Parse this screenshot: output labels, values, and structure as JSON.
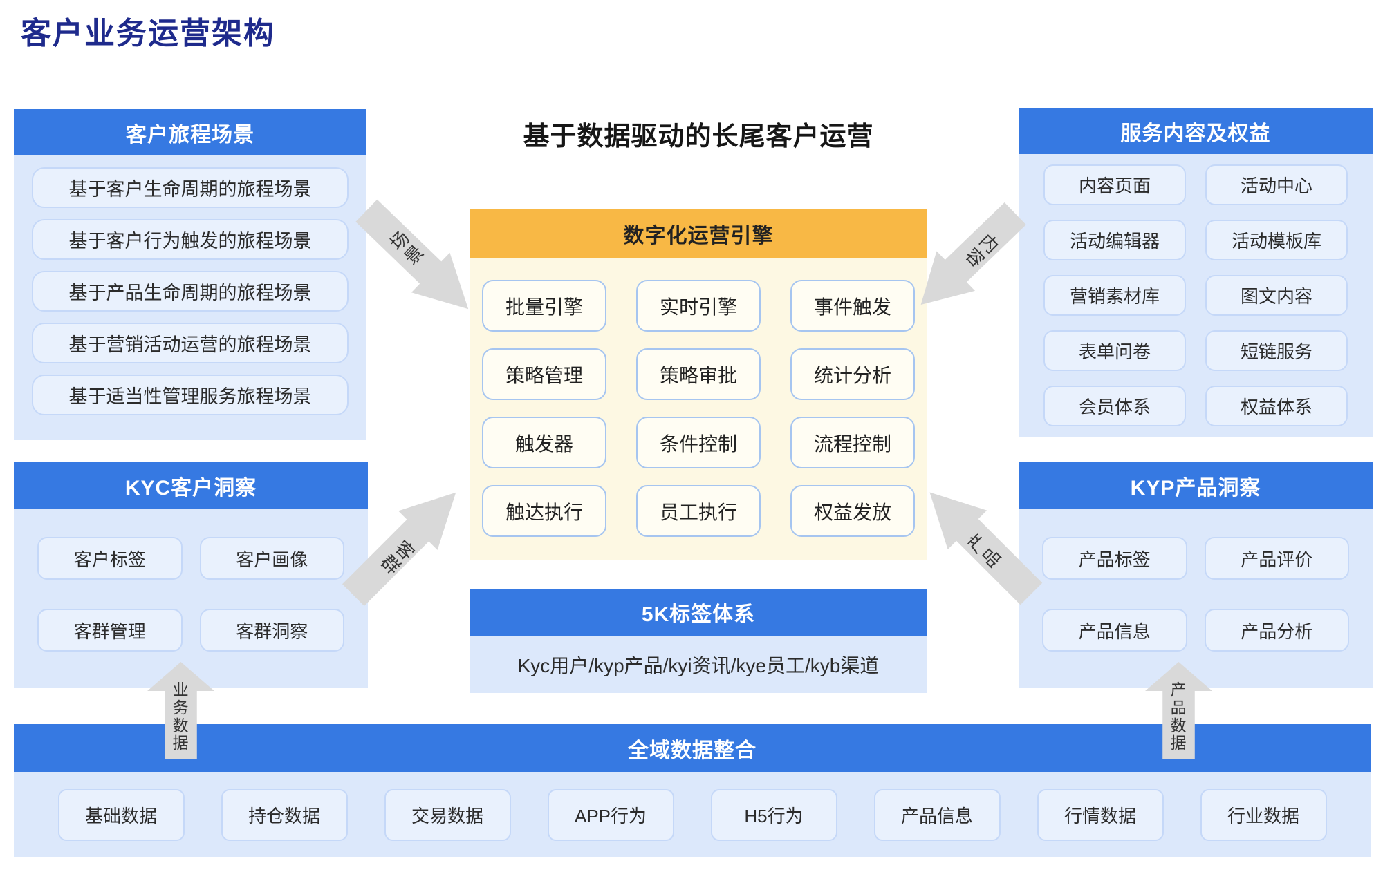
{
  "page": {
    "title": "客户业务运营架构"
  },
  "palette": {
    "header_blue": "#3679e2",
    "panel_light_blue": "#dce8fb",
    "item_fill": "#e9f1fd",
    "item_border": "#c5d8f8",
    "engine_orange": "#f8b845",
    "engine_yellow_bg": "#fdf8e3",
    "engine_item_fill": "#fffdf3",
    "engine_item_border": "#a6c5f0",
    "arrow_gray": "#d9d9d9",
    "title_navy": "#1e2a8c"
  },
  "journey": {
    "header": "客户旅程场景",
    "items": [
      "基于客户生命周期的旅程场景",
      "基于客户行为触发的旅程场景",
      "基于产品生命周期的旅程场景",
      "基于营销活动运营的旅程场景",
      "基于适当性管理服务旅程场景"
    ]
  },
  "kyc": {
    "header": "KYC客户洞察",
    "items": [
      "客户标签",
      "客户画像",
      "客群管理",
      "客群洞察"
    ]
  },
  "service": {
    "header": "服务内容及权益",
    "items": [
      "内容页面",
      "活动中心",
      "活动编辑器",
      "活动模板库",
      "营销素材库",
      "图文内容",
      "表单问卷",
      "短链服务",
      "会员体系",
      "权益体系"
    ]
  },
  "kyp": {
    "header": "KYP产品洞察",
    "items": [
      "产品标签",
      "产品评价",
      "产品信息",
      "产品分析"
    ]
  },
  "center": {
    "title": "基于数据驱动的长尾客户运营",
    "engine": {
      "header": "数字化运营引擎",
      "items": [
        "批量引擎",
        "实时引擎",
        "事件触发",
        "策略管理",
        "策略审批",
        "统计分析",
        "触发器",
        "条件控制",
        "流程控制",
        "触达执行",
        "员工执行",
        "权益发放"
      ]
    },
    "tag_system": {
      "header": "5K标签体系",
      "body": "Kyc用户/kyp产品/kyi资讯/kye员工/kyb渠道"
    }
  },
  "bottom": {
    "header": "全域数据整合",
    "items": [
      "基础数据",
      "持仓数据",
      "交易数据",
      "APP行为",
      "H5行为",
      "产品信息",
      "行情数据",
      "行业数据"
    ]
  },
  "arrows": {
    "scene": "场景",
    "content": "内容",
    "segment": "客群",
    "product": "产品",
    "business_data": "业务数据",
    "product_data": "产品数据"
  }
}
